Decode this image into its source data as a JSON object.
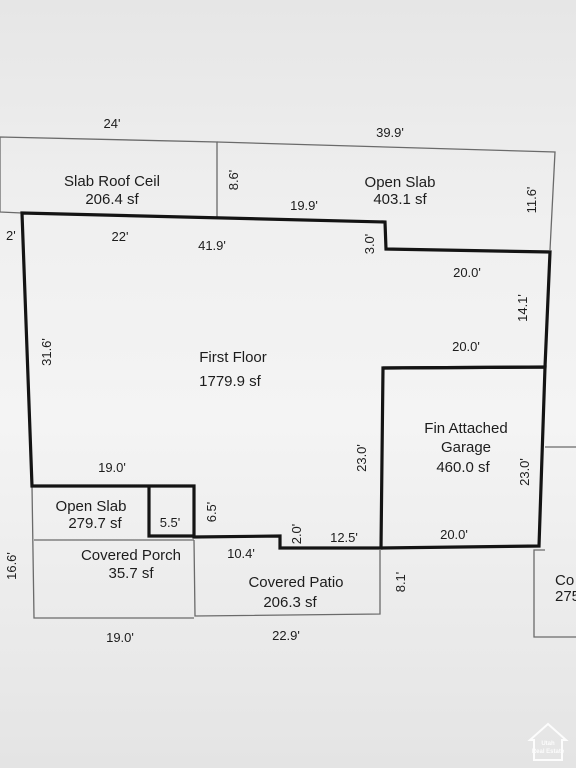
{
  "rooms": {
    "slab_roof_ceil": {
      "name": "Slab Roof Ceil",
      "area": "206.4 sf"
    },
    "open_slab_top": {
      "name": "Open Slab",
      "area": "403.1 sf"
    },
    "first_floor": {
      "name": "First Floor",
      "area": "1779.9 sf"
    },
    "garage": {
      "name1": "Fin Attached",
      "name2": "Garage",
      "area": "460.0 sf"
    },
    "open_slab_bottom": {
      "name": "Open Slab",
      "area": "279.7 sf"
    },
    "covered_porch": {
      "name": "Covered Porch",
      "area": "35.7 sf"
    },
    "covered_patio": {
      "name": "Covered Patio",
      "area": "206.3 sf"
    },
    "partial_right": {
      "name": "Co",
      "area": "275"
    }
  },
  "dimensions": {
    "top_left_width": "24'",
    "top_right_width": "39.9'",
    "slab_roof_depth": "8.6'",
    "open_slab_inner": "19.9'",
    "open_slab_depth": "11.6'",
    "left_offset": "2'",
    "first_floor_left_top": "22'",
    "first_floor_top": "41.9'",
    "step_height": "3.0'",
    "right_upper_width": "20.0'",
    "right_upper_height": "14.1'",
    "garage_top": "20.0'",
    "first_floor_left": "31.6'",
    "first_floor_bottom_left": "19.0'",
    "inner_vertical": "23.0'",
    "garage_right": "23.0'",
    "porch_small": "5.5'",
    "porch_notch": "6.5'",
    "patio_step": "2.0'",
    "patio_top_right": "12.5'",
    "garage_bottom": "20.0'",
    "patio_top_left": "10.4'",
    "bottom_left_height": "16.6'",
    "patio_right": "8.1'",
    "bottom_left_width": "19.0'",
    "bottom_patio_width": "22.9'"
  },
  "watermark": {
    "line1": "Utah",
    "line2": "Real Estate"
  },
  "colors": {
    "thick_line": "#141414",
    "thin_line": "#6a6a6a",
    "text": "#1d1d1d"
  }
}
